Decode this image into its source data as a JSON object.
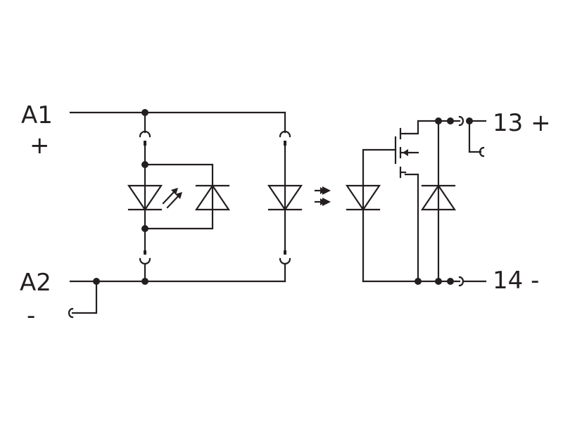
{
  "labels": {
    "a1": "A1",
    "a1_polarity": "+",
    "a2": "A2",
    "a2_polarity": "-",
    "t13": "13 +",
    "t14": "14 -"
  },
  "colors": {
    "line": "#231f20",
    "background": "#ffffff"
  }
}
